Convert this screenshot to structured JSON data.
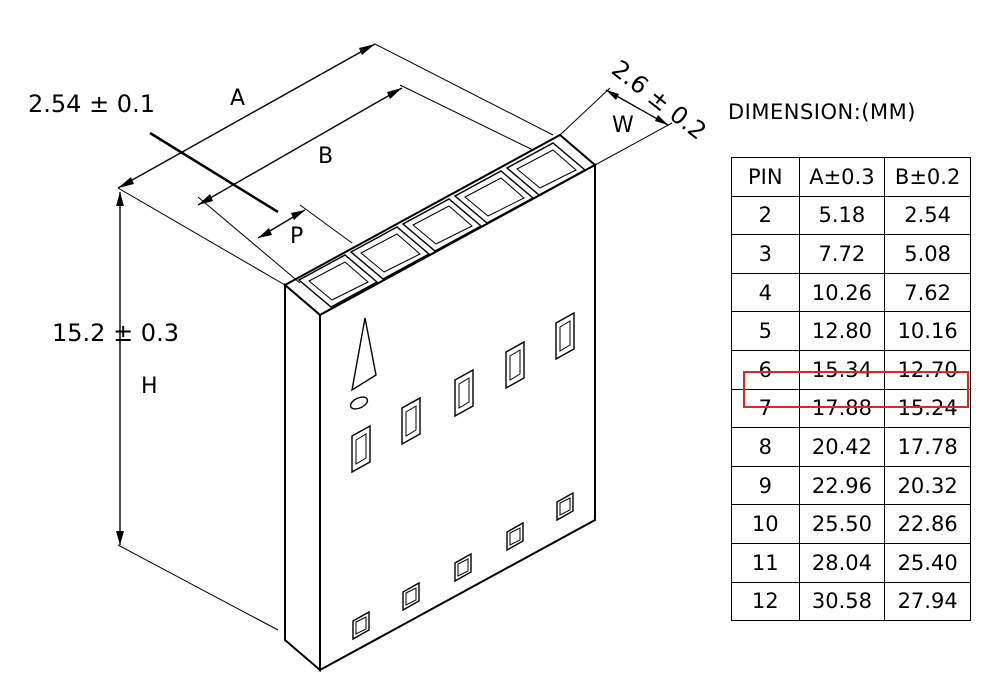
{
  "drawing": {
    "pitch_label": "2.54 ± 0.1",
    "width_label": "2.6 ± 0.2",
    "height_label": "15.2 ± 0.3",
    "label_a": "A",
    "label_b": "B",
    "label_p": "P",
    "label_w": "W",
    "label_h": "H"
  },
  "table": {
    "title": "DIMENSION:(MM)",
    "headers": [
      "PIN",
      "A±0.3",
      "B±0.2"
    ],
    "rows": [
      [
        "2",
        "5.18",
        "2.54"
      ],
      [
        "3",
        "7.72",
        "5.08"
      ],
      [
        "4",
        "10.26",
        "7.62"
      ],
      [
        "5",
        "12.80",
        "10.16"
      ],
      [
        "6",
        "15.34",
        "12.70"
      ],
      [
        "7",
        "17.88",
        "15.24"
      ],
      [
        "8",
        "20.42",
        "17.78"
      ],
      [
        "9",
        "22.96",
        "20.32"
      ],
      [
        "10",
        "25.50",
        "22.86"
      ],
      [
        "11",
        "28.04",
        "25.40"
      ],
      [
        "12",
        "30.58",
        "27.94"
      ]
    ],
    "highlight_row_pin": "6",
    "highlight_color": "#d9262b"
  }
}
